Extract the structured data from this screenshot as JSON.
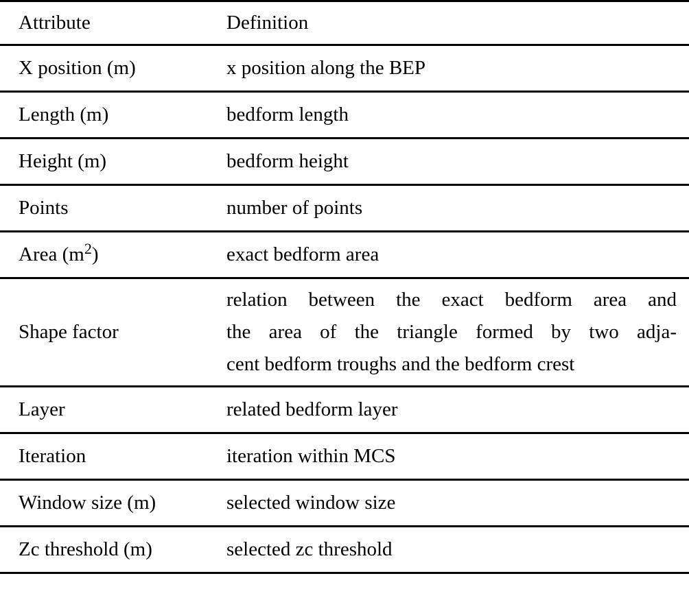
{
  "table": {
    "headers": [
      "Attribute",
      "Definition"
    ],
    "rows": [
      {
        "attribute": "X position (m)",
        "definition": "x position along the BEP"
      },
      {
        "attribute": "Length (m)",
        "definition": "bedform length"
      },
      {
        "attribute": "Height (m)",
        "definition": "bedform height"
      },
      {
        "attribute": "Points",
        "definition": "number of points"
      },
      {
        "attribute_base": "Area (m",
        "attribute_sup": "2",
        "attribute_close": ")",
        "definition": "exact bedform area"
      },
      {
        "attribute": "Shape factor",
        "definition": "relation between the exact bedform area and the area of the triangle formed by two adjacent bedform troughs and the bedform crest",
        "definition_lines": [
          "relation between the exact bedform area and",
          "the area of the triangle formed by two adja-",
          "cent bedform troughs and the bedform crest"
        ]
      },
      {
        "attribute": "Layer",
        "definition": "related bedform layer"
      },
      {
        "attribute": "Iteration",
        "definition": "iteration within MCS"
      },
      {
        "attribute": "Window size (m)",
        "definition": "selected window size"
      },
      {
        "attribute": "Zc threshold (m)",
        "definition": "selected zc threshold"
      }
    ],
    "colors": {
      "text": "#000000",
      "background": "#ffffff",
      "rule": "#000000"
    }
  }
}
